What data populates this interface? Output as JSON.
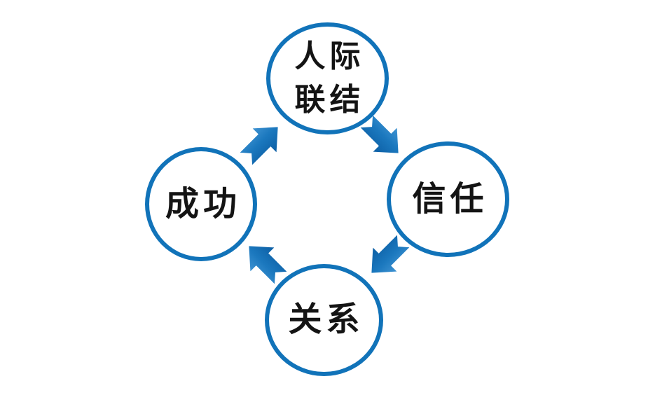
{
  "diagram": {
    "type": "cycle",
    "background": "#ffffff",
    "colors": {
      "circle_stroke": "#1173b9",
      "arrow_light": "#3f93d2",
      "arrow_fill": "#1b78be",
      "arrow_dark": "#0c5ea4",
      "text_color": "#141414"
    },
    "nodes": [
      {
        "name": "interpersonal-connection",
        "label": "人际\n联结"
      },
      {
        "name": "trust",
        "label": "信任"
      },
      {
        "name": "relationship",
        "label": "关系"
      },
      {
        "name": "success",
        "label": "成功"
      }
    ],
    "arrows": [
      {
        "name": "success-to-connection",
        "direction": "up-right",
        "from": "成功",
        "to": "人际联结"
      },
      {
        "name": "connection-to-trust",
        "direction": "down-right",
        "from": "人际联结",
        "to": "信任"
      },
      {
        "name": "trust-to-relationship",
        "direction": "down-left",
        "from": "信任",
        "to": "关系"
      },
      {
        "name": "relationship-to-success",
        "direction": "up-left",
        "from": "关系",
        "to": "成功"
      }
    ]
  }
}
